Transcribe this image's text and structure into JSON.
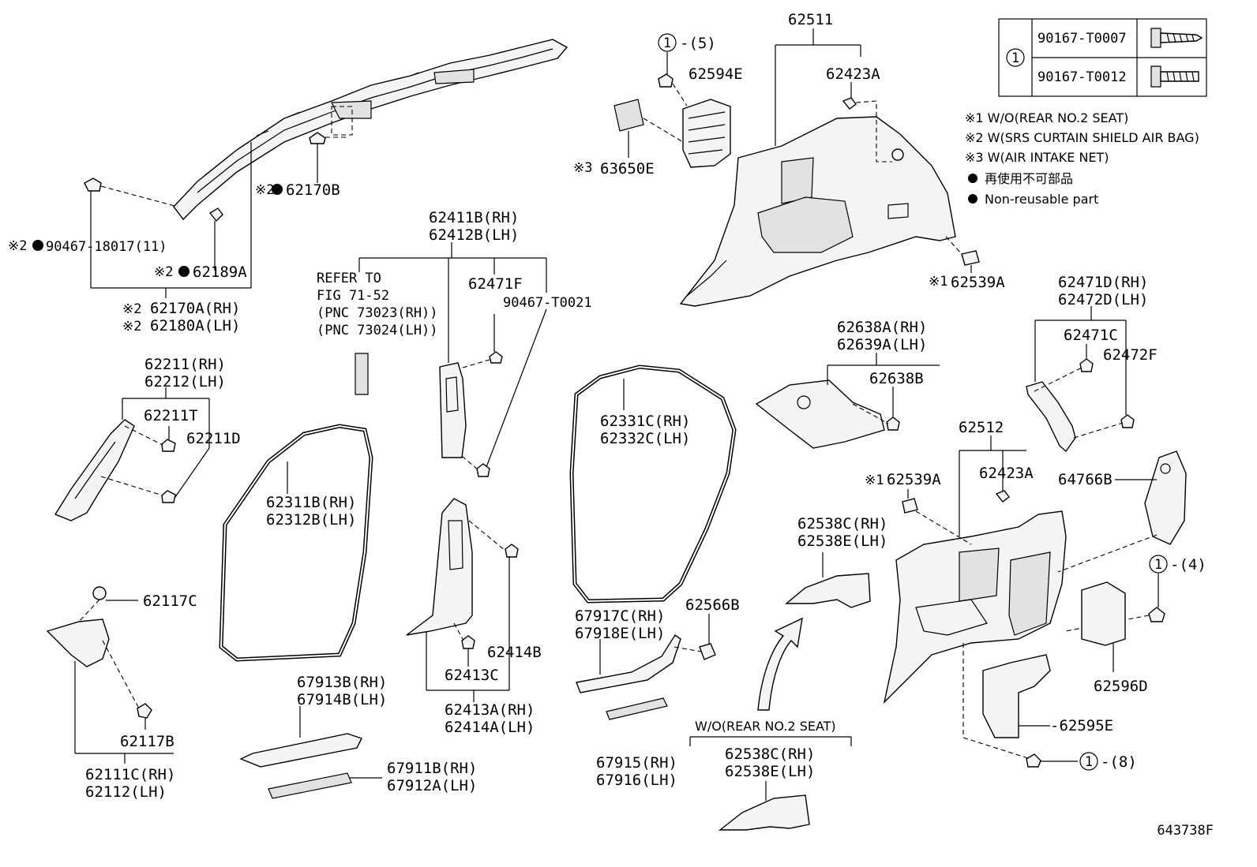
{
  "labels": {
    "p62511": "62511",
    "p62594E": "62594E",
    "p62423A_top": "62423A",
    "circle1_top": "1",
    "qty5": "-(5)",
    "mark3a": "※3",
    "p63650E": "63650E",
    "mark2a": "※2",
    "p62170B": "62170B",
    "mark2b": "※2",
    "p90467_18017": "90467-18017(11)",
    "mark2c": "※2",
    "p62189A": "62189A",
    "mark2d": "※2",
    "p62170A": "62170A(RH)",
    "mark2e": "※2",
    "p62180A": "62180A(LH)",
    "p62411B": "62411B(RH)",
    "p62412B": "62412B(LH)",
    "refer1": "REFER TO",
    "refer2": "FIG 71-52",
    "refer3": "(PNC 73023(RH))",
    "refer4": "(PNC 73024(LH))",
    "p62471F": "62471F",
    "p90467_T0021": "90467-T0021",
    "mark1a": "※1",
    "p62539A_top": "62539A",
    "p62471D": "62471D(RH)",
    "p62472D": "62472D(LH)",
    "p62471C": "62471C",
    "p62472F": "62472F",
    "p62638A": "62638A(RH)",
    "p62639A": "62639A(LH)",
    "p62638B": "62638B",
    "p62211": "62211(RH)",
    "p62212": "62212(LH)",
    "p62211T": "62211T",
    "p62211D": "62211D",
    "p62331C": "62331C(RH)",
    "p62332C": "62332C(LH)",
    "p62311B": "62311B(RH)",
    "p62312B": "62312B(LH)",
    "p62512": "62512",
    "mark1b": "※1",
    "p62539A_mid": "62539A",
    "p62423A_mid": "62423A",
    "p64766B": "64766B",
    "p62538C_1": "62538C(RH)",
    "p62538E_1": "62538E(LH)",
    "circle1_mid": "1",
    "qty4": "-(4)",
    "p62117C": "62117C",
    "p62566B": "62566B",
    "p62414B": "62414B",
    "p62413C": "62413C",
    "p67917C": "67917C(RH)",
    "p67918E": "67918E(LH)",
    "p62596D": "62596D",
    "p62413A": "62413A(RH)",
    "p62414A": "62414A(LH)",
    "p67913B": "67913B(RH)",
    "p67914B": "67914B(LH)",
    "p62595E": "-62595E",
    "p62117B": "62117B",
    "p67911B": "67911B(RH)",
    "p67912A": "67912A(LH)",
    "wo_rear": "W/O(REAR NO.2 SEAT)",
    "p62538C_2": "62538C(RH)",
    "p62538E_2": "62538E(LH)",
    "p67915": "67915(RH)",
    "p67916": "67916(LH)",
    "circle1_bot": "1",
    "qty8": "-(8)",
    "p62111C": "62111C(RH)",
    "p62112": "62112(LH)",
    "ref_number": "643738F"
  },
  "table": {
    "circle": "1",
    "row1": "90167-T0007",
    "row2": "90167-T0012"
  },
  "legend": {
    "n1": "※1 W/O(REAR NO.2 SEAT)",
    "n2": "※2 W(SRS CURTAIN SHIELD AIR BAG)",
    "n3": "※3 W(AIR INTAKE NET)",
    "n4": "再使用不可部品",
    "n5": "Non-reusable part"
  },
  "colors": {
    "ink": "#000000",
    "paper": "#ffffff"
  }
}
